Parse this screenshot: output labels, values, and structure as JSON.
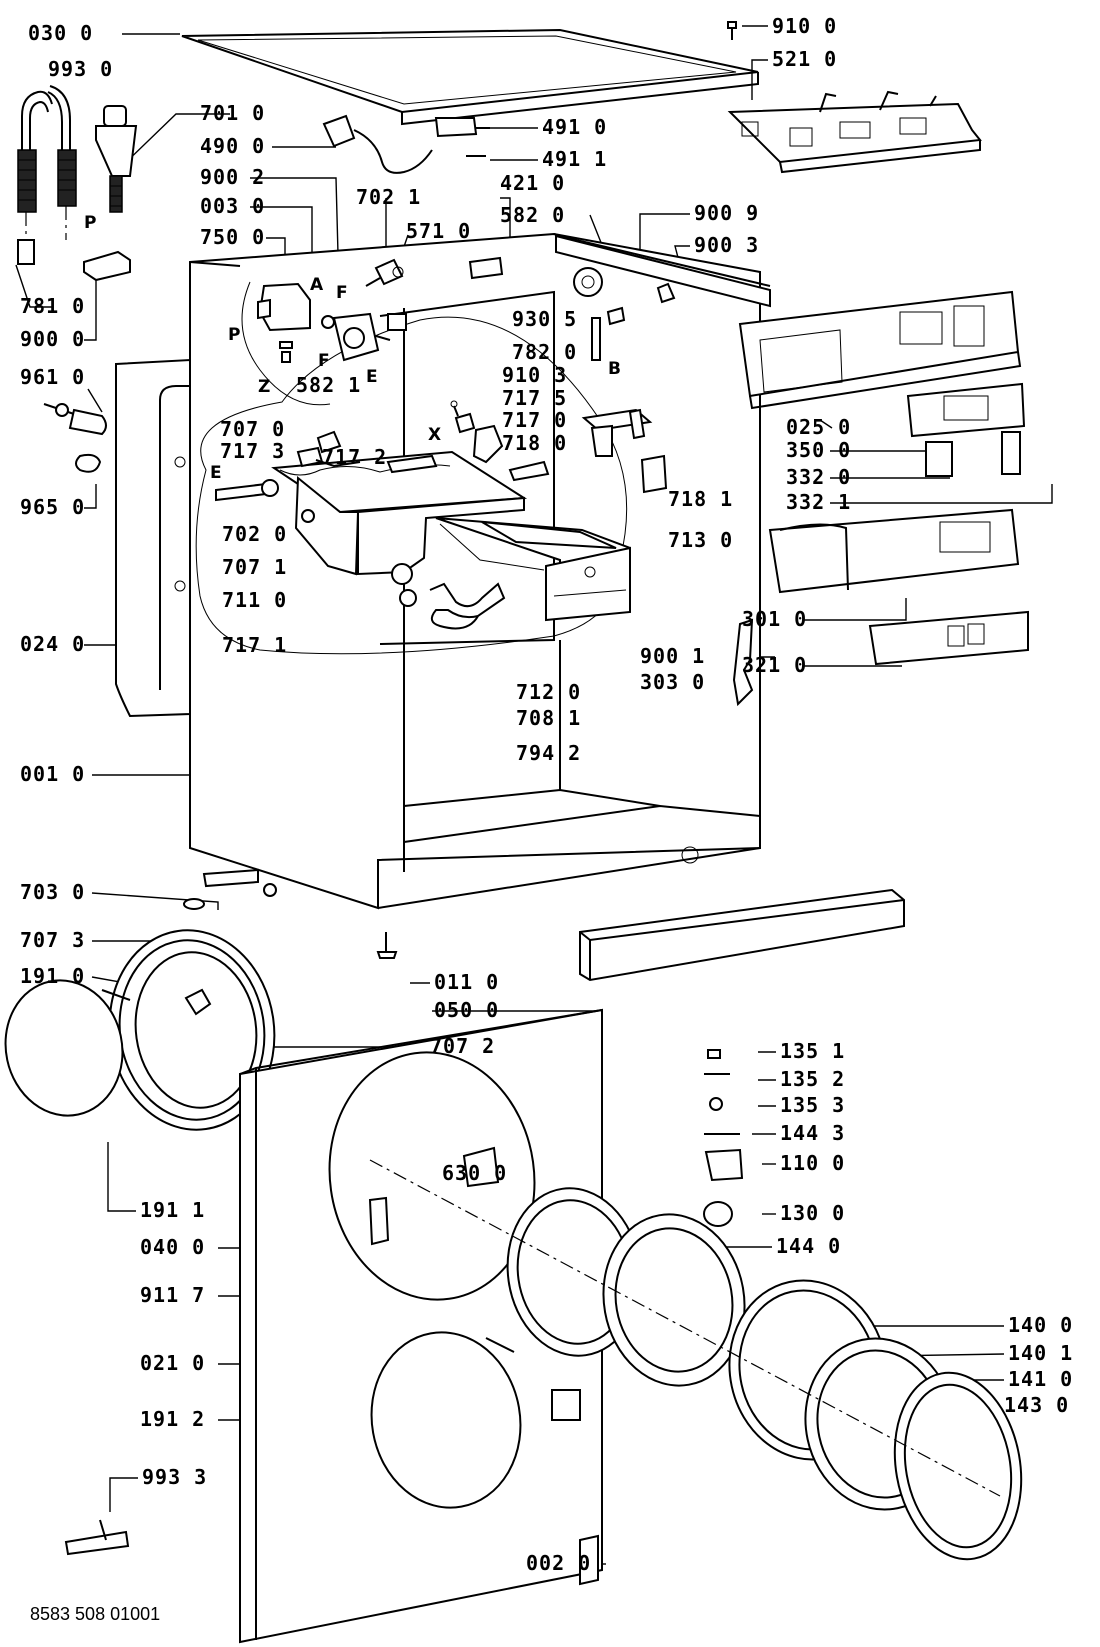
{
  "drawing_number": "8583 508 01001",
  "labels": [
    {
      "part": "030 0"
    },
    {
      "part": "993 0"
    },
    {
      "part": "910 0"
    },
    {
      "part": "521 0"
    },
    {
      "part": "701 0"
    },
    {
      "part": "490 0"
    },
    {
      "part": "491 0"
    },
    {
      "part": "491 1"
    },
    {
      "part": "900 2"
    },
    {
      "part": "003 0"
    },
    {
      "part": "702 1"
    },
    {
      "part": "421 0"
    },
    {
      "part": "571 0"
    },
    {
      "part": "582 0"
    },
    {
      "part": "900 9"
    },
    {
      "part": "750 0"
    },
    {
      "part": "900 3"
    },
    {
      "part": "781 0"
    },
    {
      "part": "900 0"
    },
    {
      "part": "930 5"
    },
    {
      "part": "782 0"
    },
    {
      "part": "582 1"
    },
    {
      "part": "961 0"
    },
    {
      "part": "910 3"
    },
    {
      "part": "717 5"
    },
    {
      "part": "717 0"
    },
    {
      "part": "707 0"
    },
    {
      "part": "717 3"
    },
    {
      "part": "717 2"
    },
    {
      "part": "718 0"
    },
    {
      "part": "025 0"
    },
    {
      "part": "965 0"
    },
    {
      "part": "350 0"
    },
    {
      "part": "332 0"
    },
    {
      "part": "332 1"
    },
    {
      "part": "718 1"
    },
    {
      "part": "702 0"
    },
    {
      "part": "713 0"
    },
    {
      "part": "707 1"
    },
    {
      "part": "711 0"
    },
    {
      "part": "024 0"
    },
    {
      "part": "717 1"
    },
    {
      "part": "301 0"
    },
    {
      "part": "321 0"
    },
    {
      "part": "900 1"
    },
    {
      "part": "303 0"
    },
    {
      "part": "712 0"
    },
    {
      "part": "708 1"
    },
    {
      "part": "794 2"
    },
    {
      "part": "001 0"
    },
    {
      "part": "703 0"
    },
    {
      "part": "707 3"
    },
    {
      "part": "191 0"
    },
    {
      "part": "011 0"
    },
    {
      "part": "050 0"
    },
    {
      "part": "707 2"
    },
    {
      "part": "135 1"
    },
    {
      "part": "135 2"
    },
    {
      "part": "135 3"
    },
    {
      "part": "144 3"
    },
    {
      "part": "110 0"
    },
    {
      "part": "630 0"
    },
    {
      "part": "130 0"
    },
    {
      "part": "191 1"
    },
    {
      "part": "040 0"
    },
    {
      "part": "144 0"
    },
    {
      "part": "911 7"
    },
    {
      "part": "140 0"
    },
    {
      "part": "140 1"
    },
    {
      "part": "021 0"
    },
    {
      "part": "141 0"
    },
    {
      "part": "143 0"
    },
    {
      "part": "191 2"
    },
    {
      "part": "993 3"
    },
    {
      "part": "002 0"
    }
  ],
  "letters": [
    "P",
    "A",
    "F",
    "P",
    "Z",
    "F",
    "E",
    "B",
    "X",
    "E"
  ]
}
